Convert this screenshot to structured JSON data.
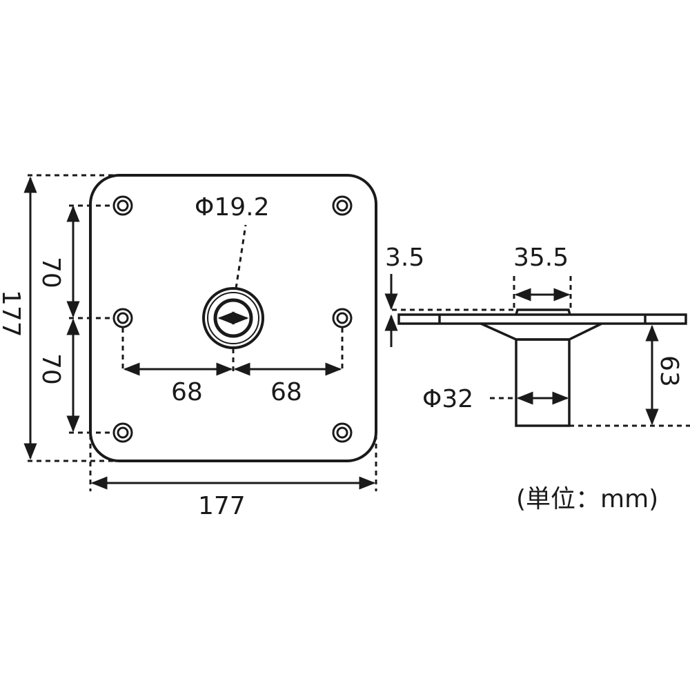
{
  "title": "Base plate dimension drawing",
  "top_view": {
    "center_hole_diameter": "Φ19.2",
    "hole_spacing_left": "68",
    "hole_spacing_right": "68",
    "vertical_spacing_upper": "70",
    "vertical_spacing_lower": "70",
    "overall_height": "177",
    "overall_width": "177"
  },
  "side_view": {
    "plate_thickness": "3.5",
    "boss_width": "35.5",
    "tube_diameter": "Φ32",
    "tube_length": "63"
  },
  "units_note": "(単位：mm)",
  "colors": {
    "line": "#1a1a1a",
    "background": "#ffffff"
  }
}
